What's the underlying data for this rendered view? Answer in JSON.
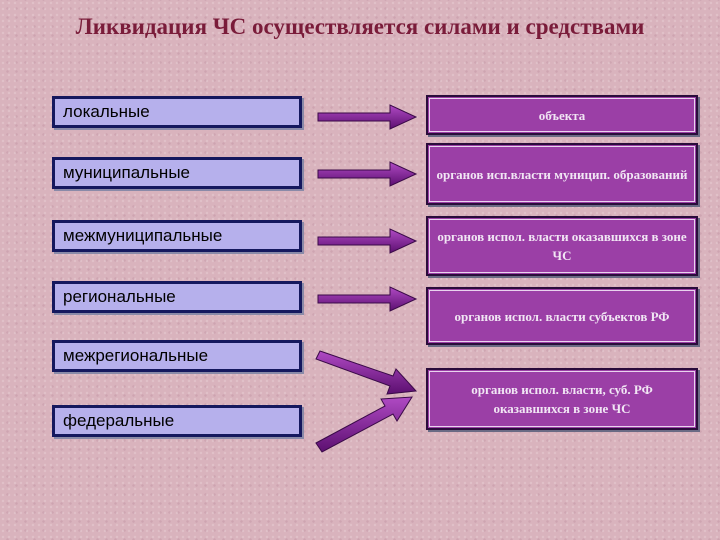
{
  "title": "Ликвидация ЧС осуществляется силами и средствами",
  "levels": [
    "локальные",
    "муниципальные",
    "межмуниципальные",
    "региональные",
    "межрегиональные",
    "федеральные"
  ],
  "responders": [
    "объекта",
    "органов исп.власти муницип. образований",
    "органов испол. власти оказавшихся в зоне ЧС",
    "органов испол. власти субъектов РФ",
    "органов испол. власти, суб. РФ оказавшихся в зоне ЧС"
  ],
  "colors": {
    "background": "#d9b3bd",
    "title": "#7a1c3a",
    "level_box": "#b6b0ec",
    "level_border": "#15185e",
    "responder_box": "#9b3fa6",
    "arrow": "#7a1690"
  }
}
